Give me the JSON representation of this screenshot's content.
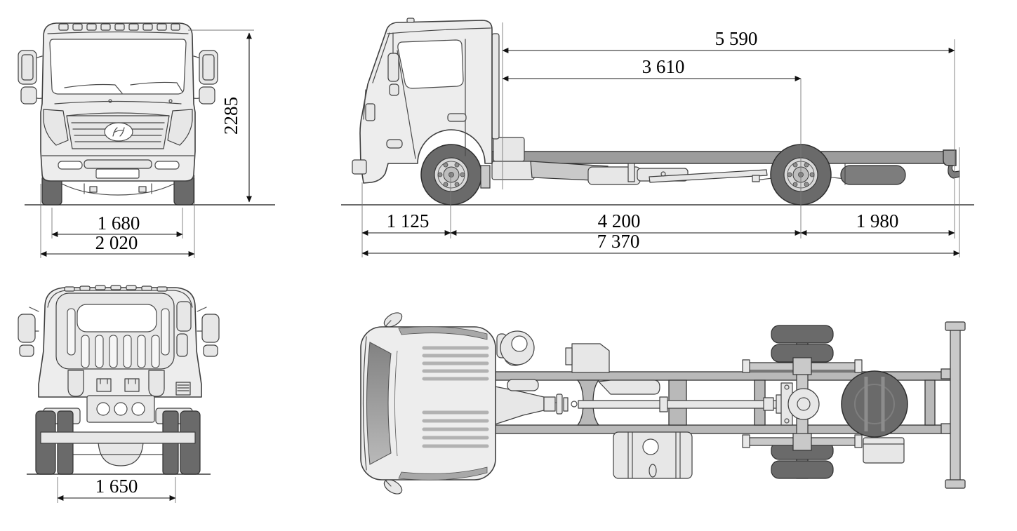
{
  "colors": {
    "background": "#ffffff",
    "outline": "#3f3f3f",
    "body_fill": "#ededed",
    "tire_fill": "#6a6a6a",
    "frame_fill": "#9c9c9c",
    "dimension_text": "#000000"
  },
  "icons": {
    "grille_logo": "hyundai-logo"
  },
  "views": {
    "front": {
      "dims": {
        "overall_height": "2285",
        "front_track": "1 680",
        "overall_width": "2 020"
      }
    },
    "side": {
      "dims": {
        "cab_to_rear_end": "5 590",
        "cab_to_rear_axle": "3 610",
        "front_overhang": "1 125",
        "wheelbase": "4 200",
        "rear_overhang": "1 980",
        "overall_length": "7 370"
      }
    },
    "rear": {
      "dims": {
        "rear_track": "1 650"
      }
    },
    "top": {
      "dims": {}
    }
  }
}
